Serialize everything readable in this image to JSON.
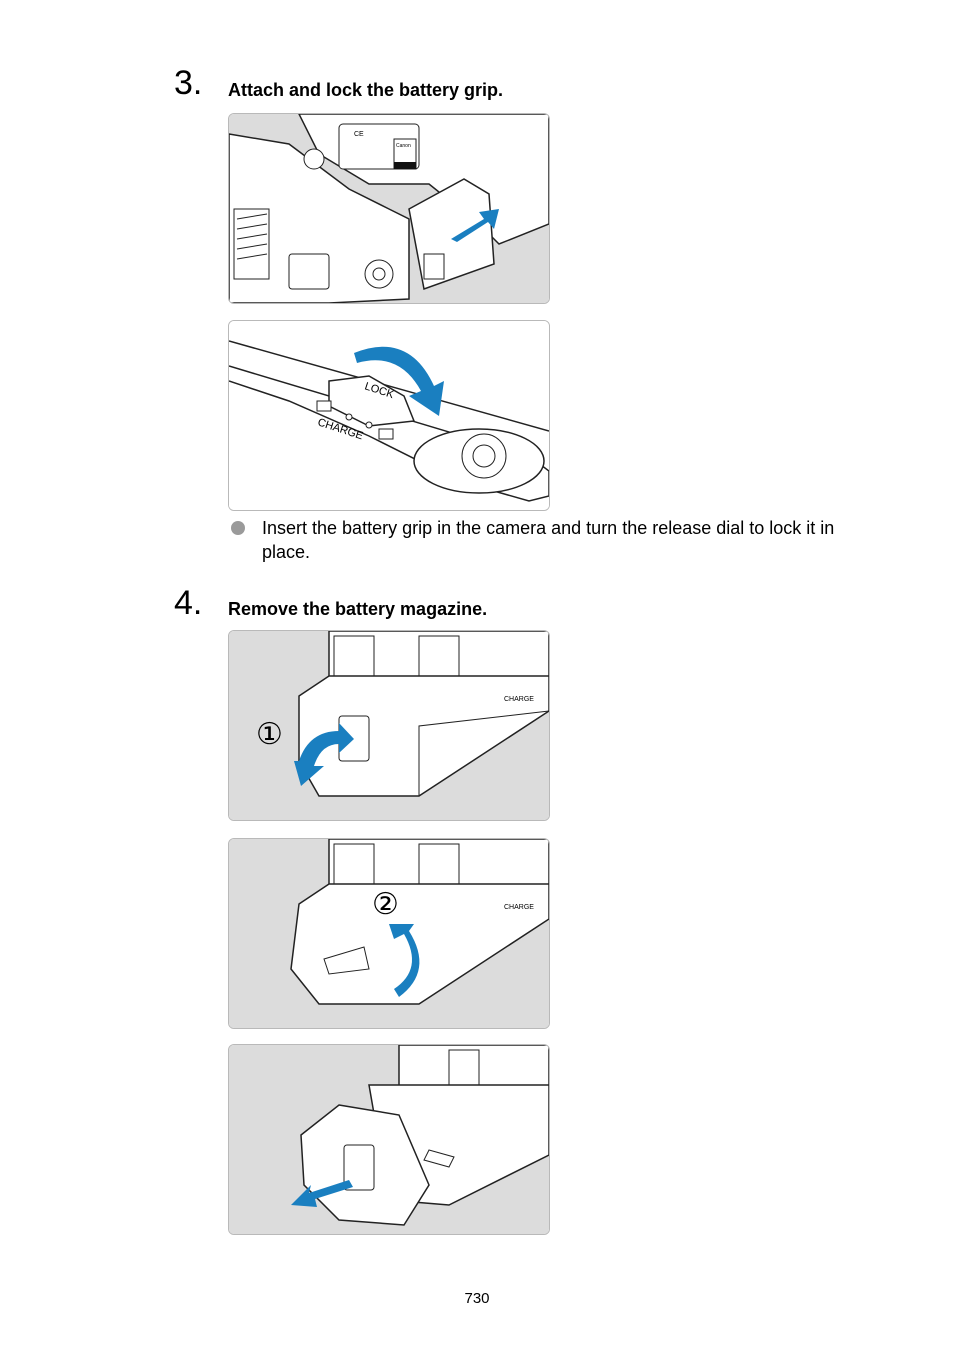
{
  "steps": [
    {
      "number": "3.",
      "title": "Attach and lock the battery grip.",
      "figures": [
        {
          "name": "grip-insertion-illustration",
          "label_texts": [
            "CE",
            "Canon"
          ]
        },
        {
          "name": "release-dial-lock-illustration",
          "label_texts": [
            "LOCK",
            "CHARGE"
          ]
        }
      ],
      "bullet": "Insert the battery grip in the camera and turn the release dial to lock it in place."
    },
    {
      "number": "4.",
      "title": "Remove the battery magazine.",
      "figures": [
        {
          "name": "open-lever-illustration",
          "callout": "①",
          "label_texts": [
            "CHARGE"
          ]
        },
        {
          "name": "lift-lever-illustration",
          "callout": "②",
          "label_texts": [
            "CHARGE"
          ]
        },
        {
          "name": "pull-magazine-illustration",
          "label_texts": []
        }
      ]
    }
  ],
  "footer": {
    "page_number": "730"
  },
  "colors": {
    "arrow": "#1a7fc0",
    "panel_bg": "#dcdcdc",
    "line": "#222222"
  }
}
